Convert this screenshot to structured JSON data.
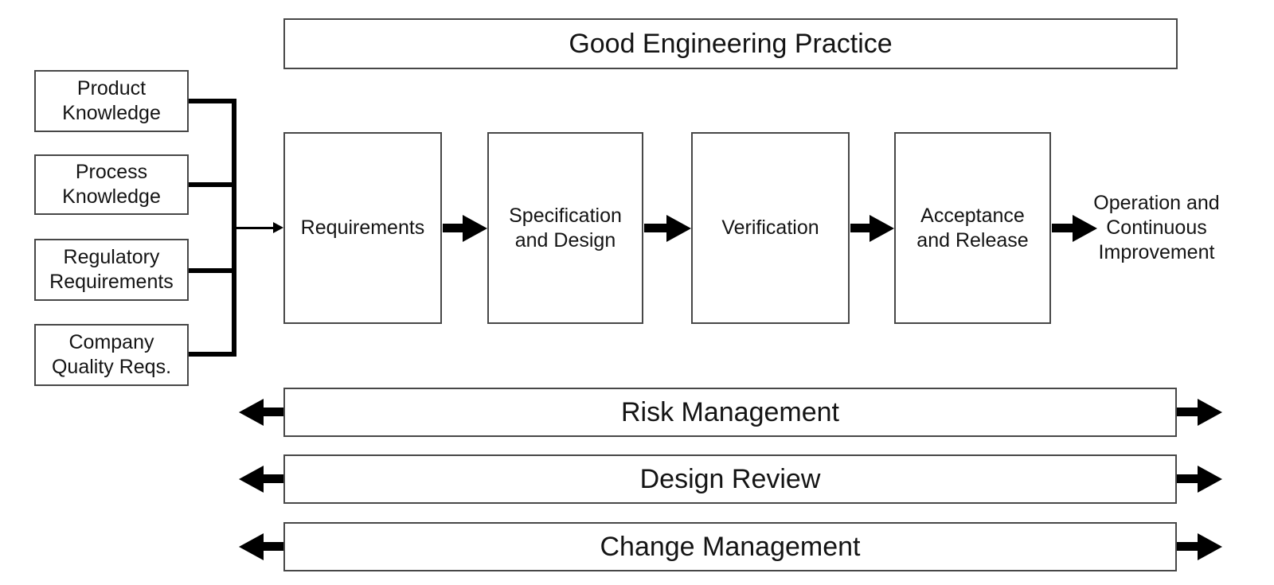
{
  "banner": {
    "label": "Good Engineering Practice"
  },
  "input_boxes": [
    {
      "label": "Product\nKnowledge"
    },
    {
      "label": "Process\nKnowledge"
    },
    {
      "label": "Regulatory\nRequirements"
    },
    {
      "label": "Company\nQuality Reqs."
    }
  ],
  "process_boxes": [
    {
      "label": "Requirements"
    },
    {
      "label": "Specification\nand Design"
    },
    {
      "label": "Verification"
    },
    {
      "label": "Acceptance\nand Release"
    }
  ],
  "output_label": "Operation and\nContinuous\nImprovement",
  "support_bars": [
    {
      "label": "Risk Management"
    },
    {
      "label": "Design Review"
    },
    {
      "label": "Change Management"
    }
  ],
  "colors": {
    "background": "#ffffff",
    "box_border": "#474747",
    "line_and_arrow": "#000000",
    "text": "#141414"
  }
}
